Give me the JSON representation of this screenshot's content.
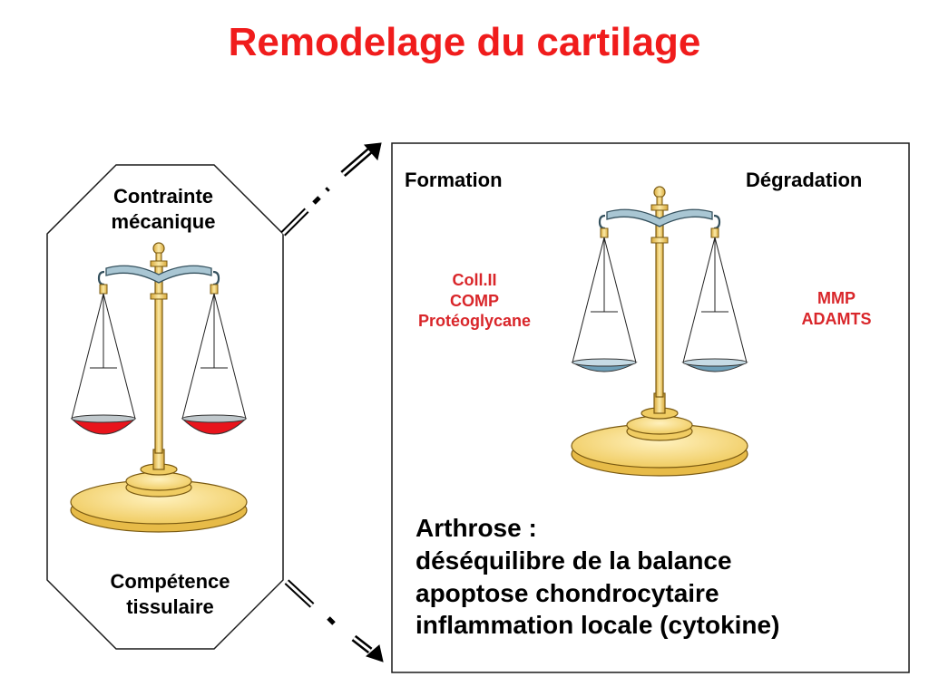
{
  "title": "Remodelage du cartilage",
  "left_panel": {
    "top_label": [
      "Contrainte",
      "mécanique"
    ],
    "bottom_label": [
      "Compétence",
      "tissulaire"
    ],
    "pan_fill_color": "#e8141c"
  },
  "right_panel": {
    "formation_heading": "Formation",
    "degradation_heading": "Dégradation",
    "formation_items": [
      "Coll.II",
      "COMP",
      "Protéoglycane"
    ],
    "degradation_items": [
      "MMP",
      "ADAMTS"
    ],
    "pan_fill_color": "#6e9fb8",
    "conclusion": [
      "Arthrose :",
      "déséquilibre de la balance",
      "apoptose chondrocytaire",
      "inflammation locale (cytokine)"
    ]
  },
  "colors": {
    "title": "#f01c1c",
    "item_text": "#d9262a",
    "brass": "#f3d57a",
    "beam": "#a9c6d3"
  }
}
